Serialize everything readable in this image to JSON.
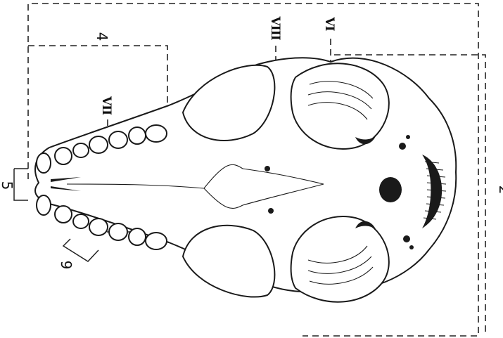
{
  "figure": {
    "labels": {
      "region_2": "2",
      "region_4": "4",
      "region_5": "5",
      "region_9": "9",
      "roman_vi": "VI",
      "roman_vii": "VII",
      "roman_viii": "VIII"
    }
  }
}
